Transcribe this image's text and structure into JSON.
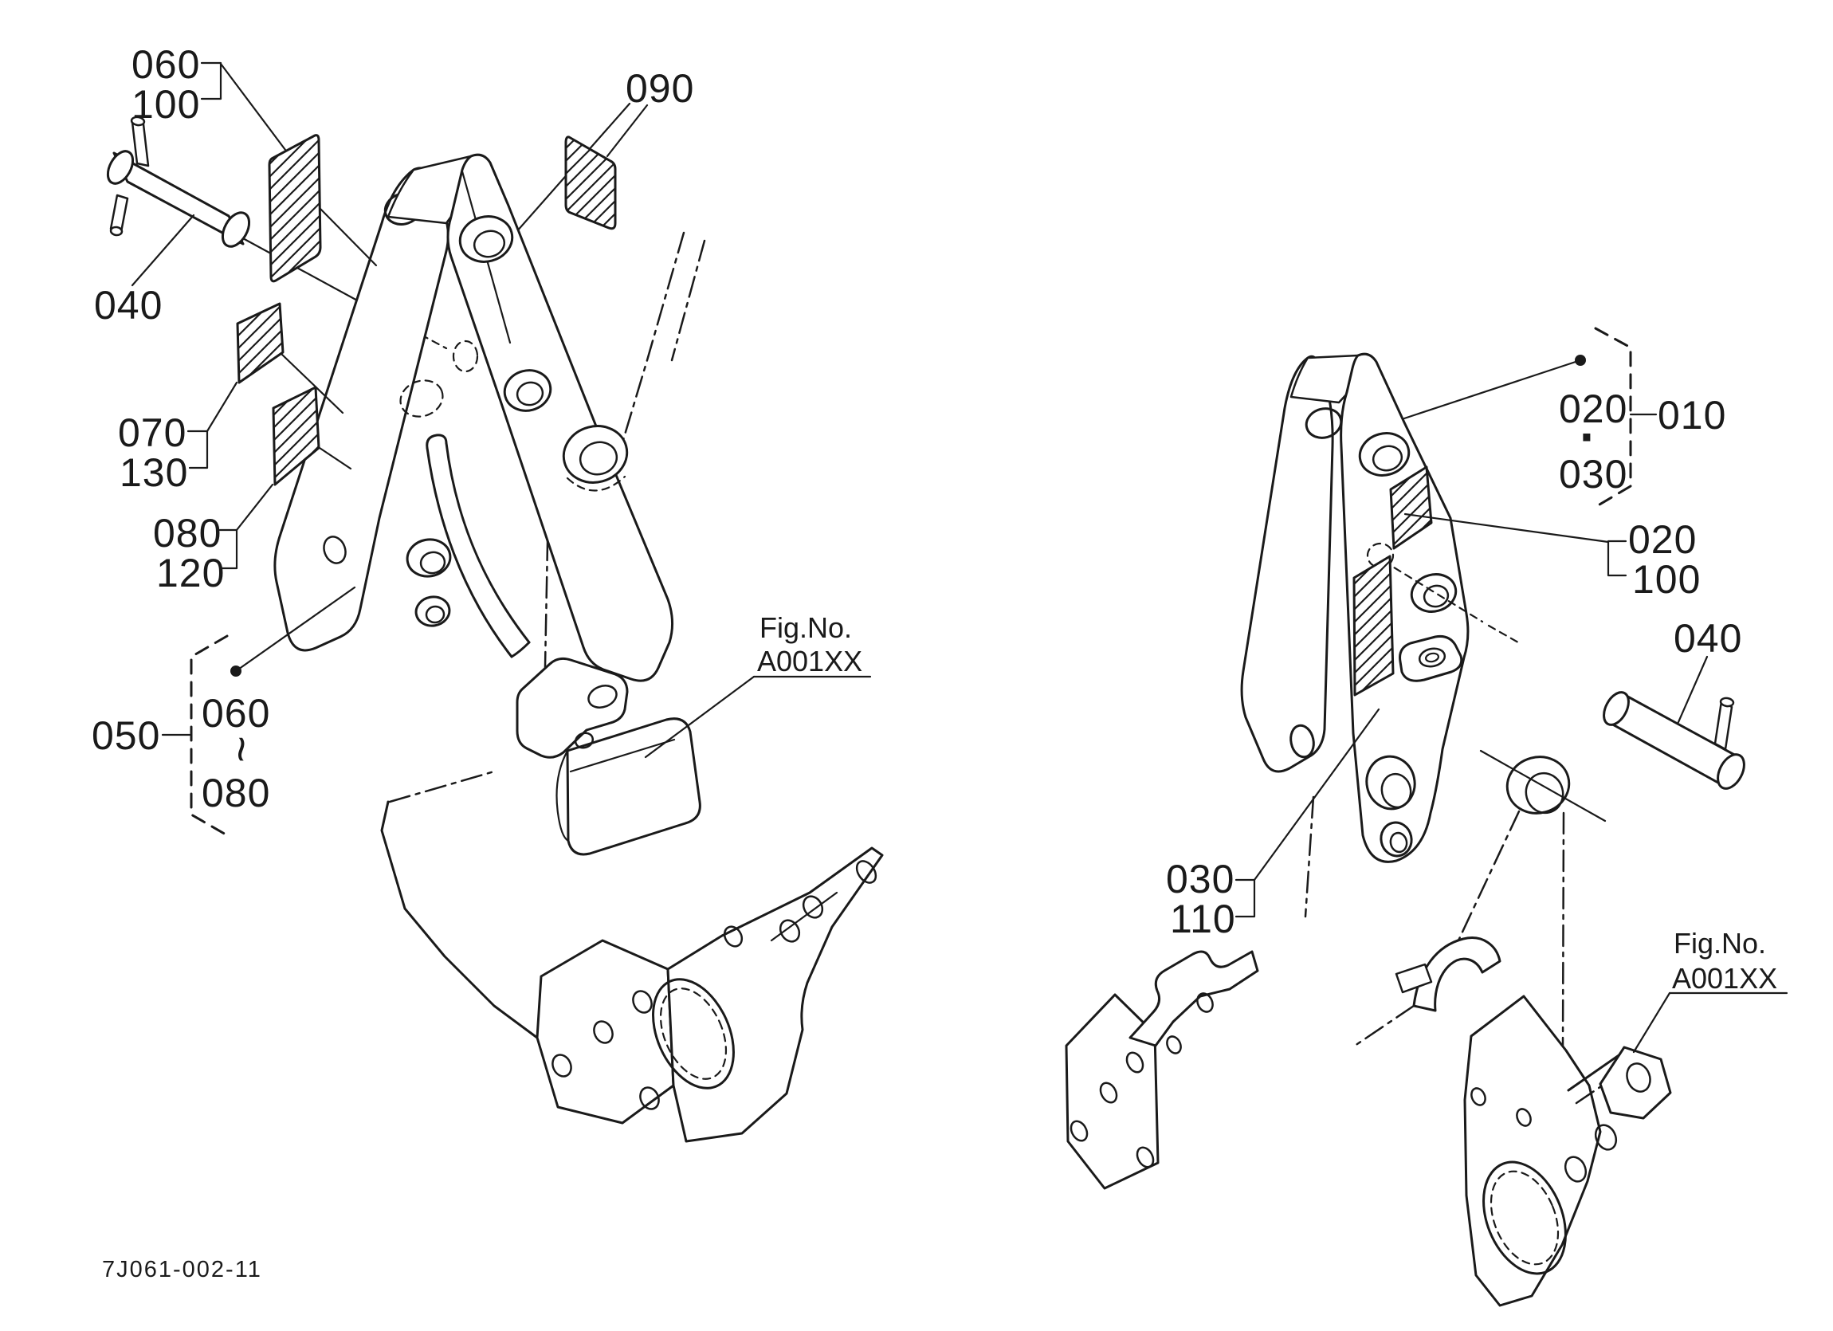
{
  "colors": {
    "ink": "#1a1a1a",
    "background": "#ffffff"
  },
  "title_block": {
    "drawing_number": "7J061-002-11"
  },
  "left_assembly": {
    "fig_ref": {
      "line1": "Fig.No.",
      "line2": "A001XX"
    },
    "callouts": {
      "c060_100": {
        "line1": "060",
        "line2": "100"
      },
      "c090": {
        "label": "090"
      },
      "c040": {
        "label": "040"
      },
      "c070_130": {
        "line1": "070",
        "line2": "130"
      },
      "c080_120": {
        "line1": "080",
        "line2": "120"
      },
      "c050": {
        "label": "050"
      },
      "range": {
        "from": "060",
        "tilde": "~",
        "to": "080"
      }
    }
  },
  "right_assembly": {
    "fig_ref": {
      "line1": "Fig.No.",
      "line2": "A001XX"
    },
    "callouts": {
      "c020_030": {
        "line1": "020",
        "separator": "·",
        "line2": "030"
      },
      "c010": {
        "label": "010"
      },
      "c020_100": {
        "line1": "020",
        "line2": "100"
      },
      "c040": {
        "label": "040"
      },
      "c030_110": {
        "line1": "030",
        "line2": "110"
      }
    }
  }
}
